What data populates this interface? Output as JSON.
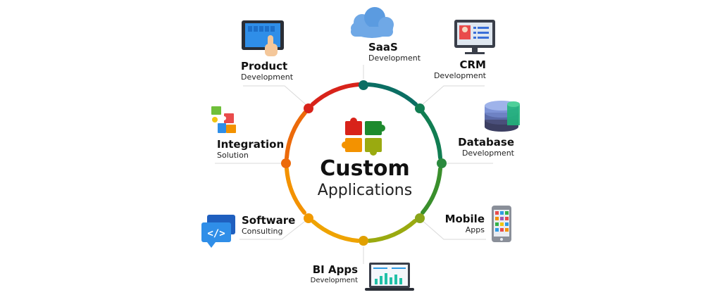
{
  "center": {
    "title": "Custom",
    "subtitle": "Applications",
    "icon": "puzzle-icon"
  },
  "items": [
    {
      "id": "saas",
      "title": "SaaS",
      "subtitle": "Development",
      "icon": "cloud-icon",
      "color": "#0b6e63"
    },
    {
      "id": "crm",
      "title": "CRM",
      "subtitle": "Development",
      "icon": "monitor-profile-icon",
      "color": "#117d52"
    },
    {
      "id": "database",
      "title": "Database",
      "subtitle": "Development",
      "icon": "database-icon",
      "color": "#2b8a3e"
    },
    {
      "id": "mobile",
      "title": "Mobile",
      "subtitle": "Apps",
      "icon": "smartphone-icon",
      "color": "#8aa51a"
    },
    {
      "id": "bi",
      "title": "BI Apps",
      "subtitle": "Development",
      "icon": "laptop-chart-icon",
      "color": "#e0a000"
    },
    {
      "id": "software",
      "title": "Software",
      "subtitle": "Consulting",
      "icon": "code-chat-icon",
      "color": "#f29a00"
    },
    {
      "id": "integration",
      "title": "Integration",
      "subtitle": "Solution",
      "icon": "puzzle-pieces-icon",
      "color": "#ec6a0a"
    },
    {
      "id": "product",
      "title": "Product",
      "subtitle": "Development",
      "icon": "tablet-touch-icon",
      "color": "#d8231a"
    }
  ]
}
